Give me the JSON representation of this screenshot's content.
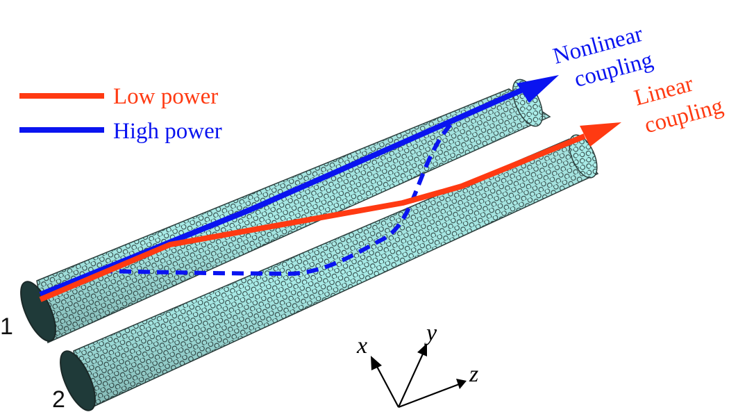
{
  "legend": {
    "items": [
      {
        "label": "Low power",
        "color": "#ff3a12",
        "line": "solid"
      },
      {
        "label": "High power",
        "color": "#0a14f0",
        "line": "solid"
      }
    ]
  },
  "annotations": {
    "nonlinear": {
      "lines": [
        "Nonlinear",
        "coupling"
      ],
      "color": "#0a14f0"
    },
    "linear": {
      "lines": [
        "Linear",
        "coupling"
      ],
      "color": "#ff3a12"
    }
  },
  "waveguides": {
    "labels": [
      "1",
      "2"
    ],
    "fill_color": "#a8ebe7",
    "pattern": "hexagonal-lattice"
  },
  "axes": {
    "labels": [
      "x",
      "y",
      "z"
    ]
  }
}
